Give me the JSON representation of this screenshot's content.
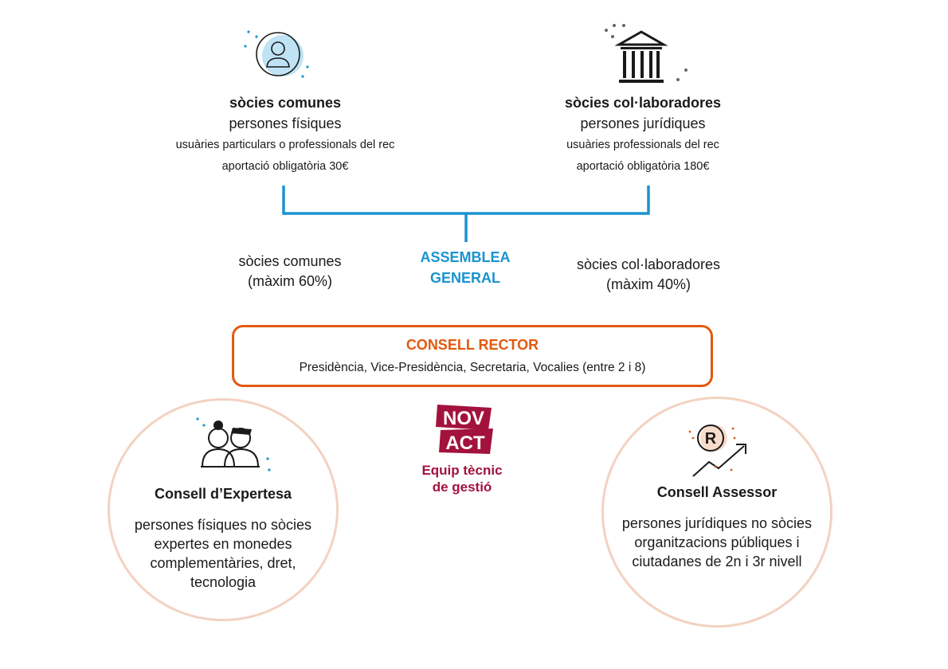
{
  "colors": {
    "accent_blue": "#1a93d0",
    "accent_orange": "#e05a10",
    "circle_border": "#f3d2c1",
    "novact_red": "#a3123d",
    "icon_fill_blue": "#bfe3f4",
    "icon_fill_peach": "#f7dccb"
  },
  "socies_comunes": {
    "icon": "person-icon",
    "title": "sòcies comunes",
    "subtitle": "persones físiques",
    "line1": "usuàries particulars o professionals del rec",
    "line2": "aportació obligatòria 30€"
  },
  "socies_collaboradores": {
    "icon": "institution-icon",
    "title": "sòcies col·laboradores",
    "subtitle": "persones jurídiques",
    "line1": "usuàries professionals del rec",
    "line2": "aportació obligatòria 180€"
  },
  "assemblea": {
    "title_line1": "ASSEMBLEA",
    "title_line2": "GENERAL",
    "left_line1": "sòcies comunes",
    "left_line2": "(màxim 60%)",
    "right_line1": "sòcies col·laboradores",
    "right_line2": "(màxim 40%)"
  },
  "consell_rector": {
    "title": "CONSELL RECTOR",
    "text": "Presidència, Vice-Presidència, Secretaria, Vocalies (entre 2 i 8)"
  },
  "consell_expertesa": {
    "icon": "two-people-icon",
    "title": "Consell d’Expertesa",
    "lines": [
      "persones físiques no sòcies",
      "expertes en monedes",
      "complementàries, dret,",
      "tecnologia"
    ]
  },
  "novact": {
    "logo_line1": "NOV",
    "logo_line2": "ACT",
    "label_line1": "Equip tècnic",
    "label_line2": "de gestió"
  },
  "consell_assessor": {
    "icon": "growth-coin-icon",
    "coin_letter": "R",
    "title": "Consell Assessor",
    "lines": [
      "persones jurídiques no sòcies",
      "organitzacions públiques i",
      "ciutadanes de 2n i 3r nivell"
    ]
  }
}
